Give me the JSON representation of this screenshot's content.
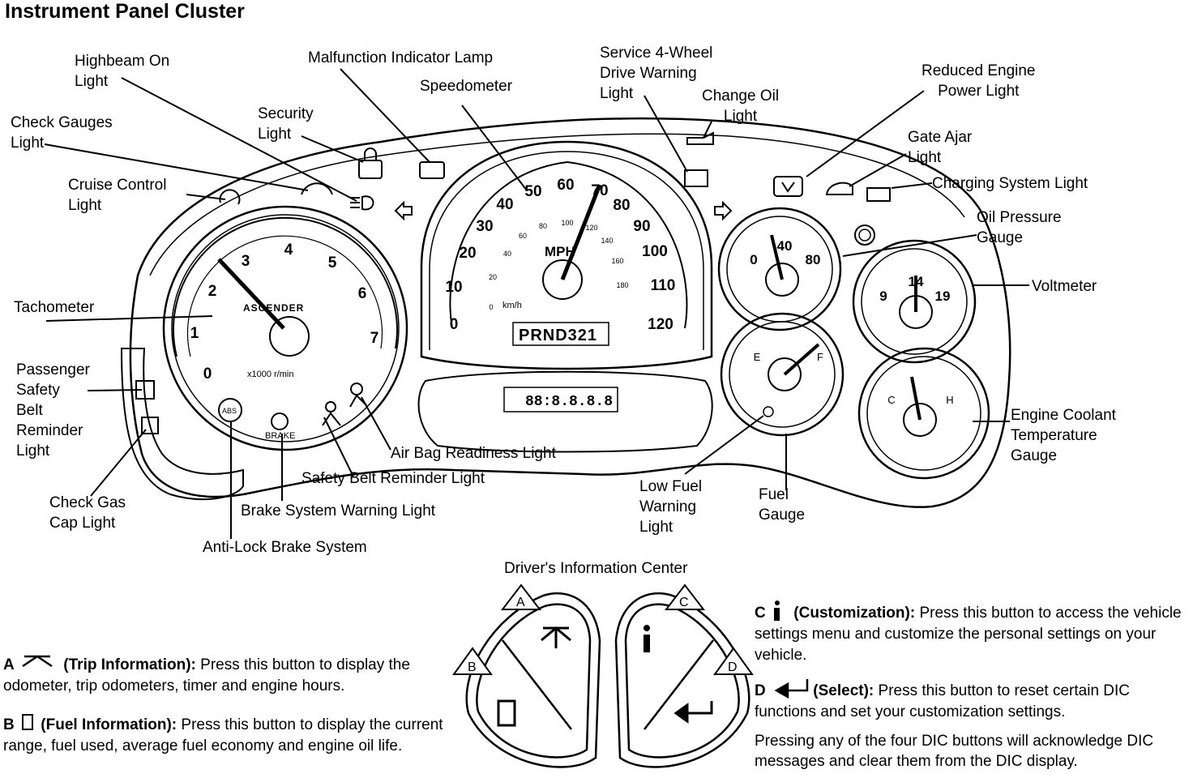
{
  "title": "Instrument Panel Cluster",
  "labels": {
    "highbeam": "Highbeam On\nLight",
    "malfunction": "Malfunction Indicator Lamp",
    "service4wd": "Service 4-Wheel\nDrive Warning\nLight",
    "change_oil": "Change Oil\nLight",
    "reduced_engine": "Reduced Engine\nPower Light",
    "speedometer": "Speedometer",
    "security": "Security\nLight",
    "check_gauges": "Check Gauges\nLight",
    "gate_ajar": "Gate Ajar\nLight",
    "charging": "Charging System Light",
    "cruise": "Cruise Control\nLight",
    "oil_pressure": "Oil Pressure\nGauge",
    "voltmeter": "Voltmeter",
    "tachometer": "Tachometer",
    "passenger_belt": "Passenger\nSafety\nBelt\nReminder\nLight",
    "airbag": "Air Bag Readiness Light",
    "safety_belt": "Safety Belt Reminder Light",
    "engine_coolant": "Engine Coolant\nTemperature\nGauge",
    "low_fuel": "Low Fuel\nWarning\nLight",
    "fuel_gauge": "Fuel\nGauge",
    "check_gas_cap": "Check Gas\nCap Light",
    "brake_system": "Brake System Warning Light",
    "abs": "Anti-Lock Brake System",
    "dic": "Driver's Information Center"
  },
  "speedometer": {
    "mph_ticks": [
      "0",
      "10",
      "20",
      "30",
      "40",
      "50",
      "60",
      "70",
      "80",
      "90",
      "100",
      "110",
      "120"
    ],
    "kmh_ticks": [
      "0",
      "20",
      "40",
      "60",
      "80",
      "100",
      "120",
      "140",
      "160",
      "180"
    ],
    "unit": "MPH",
    "kmh_unit": "km/h",
    "gear_display": "PRND321"
  },
  "tachometer": {
    "ticks": [
      "0",
      "1",
      "2",
      "3",
      "4",
      "5",
      "6",
      "7"
    ],
    "unit": "x1000 r/min",
    "brand": "ASCENDER"
  },
  "oil_gauge": {
    "ticks": [
      "0",
      "40",
      "80"
    ]
  },
  "volt_gauge": {
    "ticks": [
      "9",
      "14",
      "19"
    ]
  },
  "temp_gauge": {
    "ticks": [
      "C",
      "H"
    ]
  },
  "fuel_gauge_ticks": {
    "ticks": [
      "E",
      "F"
    ]
  },
  "dic_display": "88:8.8.8.8",
  "brake_icon_text": "BRAKE",
  "abs_icon_text": "ABS",
  "buttons": {
    "a": "A",
    "b": "B",
    "c": "C",
    "d": "D"
  },
  "descriptions": {
    "a_letter": "A",
    "a_title": "(Trip Information):",
    "a_text": "Press this button to display the odometer, trip odometers, timer and engine hours.",
    "b_letter": "B",
    "b_title": "(Fuel Information):",
    "b_text": "Press this button to display the current range, fuel used, average fuel economy and engine oil life.",
    "c_letter": "C",
    "c_title": "(Customization):",
    "c_text": "Press this button to access the vehicle settings menu and customize the personal settings on your vehicle.",
    "d_letter": "D",
    "d_title": "(Select):",
    "d_text": "Press this button to reset certain DIC functions and set your customization settings.",
    "footer": "Pressing any of the four DIC buttons will acknowledge DIC messages and clear them from the DIC display."
  }
}
